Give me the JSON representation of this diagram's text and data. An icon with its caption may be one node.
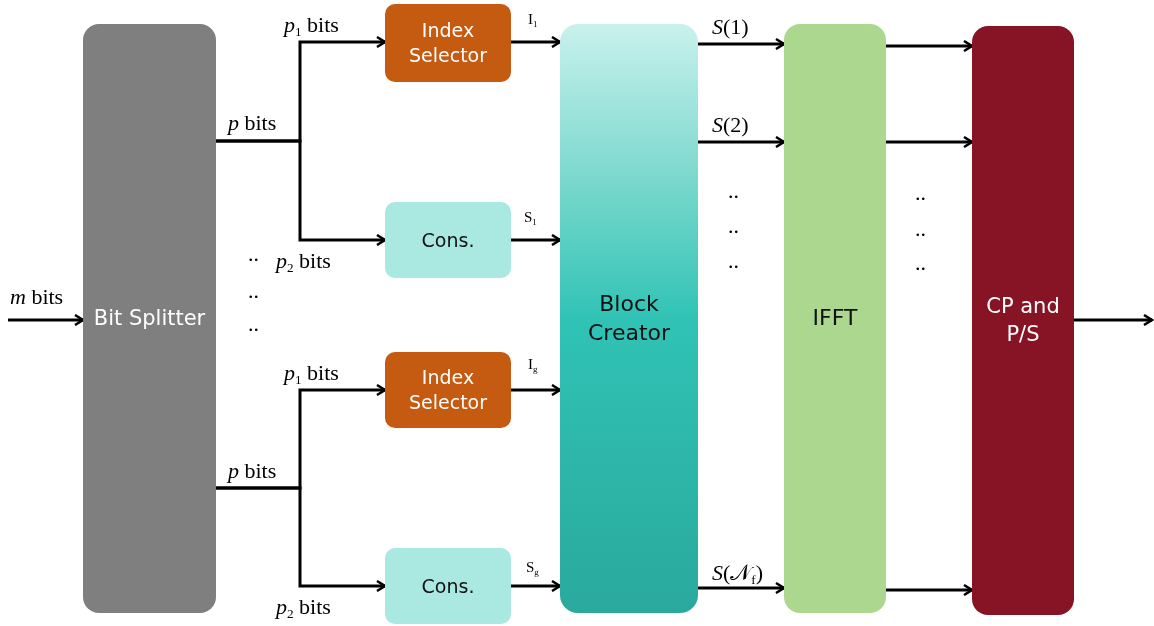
{
  "diagram": {
    "nodes": [
      {
        "text": [
          "Bit Splitter"
        ]
      },
      {
        "text": [
          "Index Selector"
        ]
      },
      {
        "text": [
          "Cons."
        ]
      },
      {
        "text": [
          "Index Selector"
        ]
      },
      {
        "text": [
          "Cons."
        ]
      },
      {
        "text": [
          "Block Creator"
        ]
      },
      {
        "text": [
          "IFFT"
        ]
      },
      {
        "text": [
          "CP and P/S"
        ]
      }
    ],
    "edges": [
      {
        "from": null,
        "to": 0,
        "arrow": "to",
        "label": "*m* bits"
      },
      {
        "from": 0,
        "to": 1,
        "arrow": "to",
        "label": "*p*$_{1}$ bits"
      },
      {
        "from": 0,
        "to": 2,
        "arrow": "to",
        "label": "*p*$_{2}$ bits"
      },
      {
        "from": 0,
        "to": 3,
        "arrow": "to",
        "label": "*p*$_{1}$ bits"
      },
      {
        "from": 0,
        "to": 4,
        "arrow": "to",
        "label": "*p*$_{2}$ bits"
      },
      {
        "from": 1,
        "to": 5,
        "arrow": "to",
        "label": "I$_{1}$"
      },
      {
        "from": 2,
        "to": 5,
        "arrow": "to",
        "label": "S$_{1}$"
      },
      {
        "from": 3,
        "to": 5,
        "arrow": "to",
        "label": "I$_{g}$"
      },
      {
        "from": 4,
        "to": 5,
        "arrow": "to",
        "label": "S$_{g}$"
      },
      {
        "from": 5,
        "to": 6,
        "arrow": "to",
        "label": "*S*(1)"
      },
      {
        "from": 5,
        "to": 6,
        "arrow": "to",
        "label": "*S*(2)"
      },
      {
        "from": 5,
        "to": 6,
        "arrow": "to",
        "label": "*S*(𝒩$_{f}$)"
      },
      {
        "from": 6,
        "to": 7,
        "arrow": "to"
      },
      {
        "from": 6,
        "to": 7,
        "arrow": "to"
      },
      {
        "from": 6,
        "to": 7,
        "arrow": "to"
      },
      {
        "from": 7,
        "to": null,
        "arrow": "to"
      }
    ],
    "labels": [
      "*p* bits",
      "..",
      "..",
      "..",
      "*p* bits",
      "..",
      "..",
      "..",
      "..",
      "..",
      ".."
    ]
  }
}
